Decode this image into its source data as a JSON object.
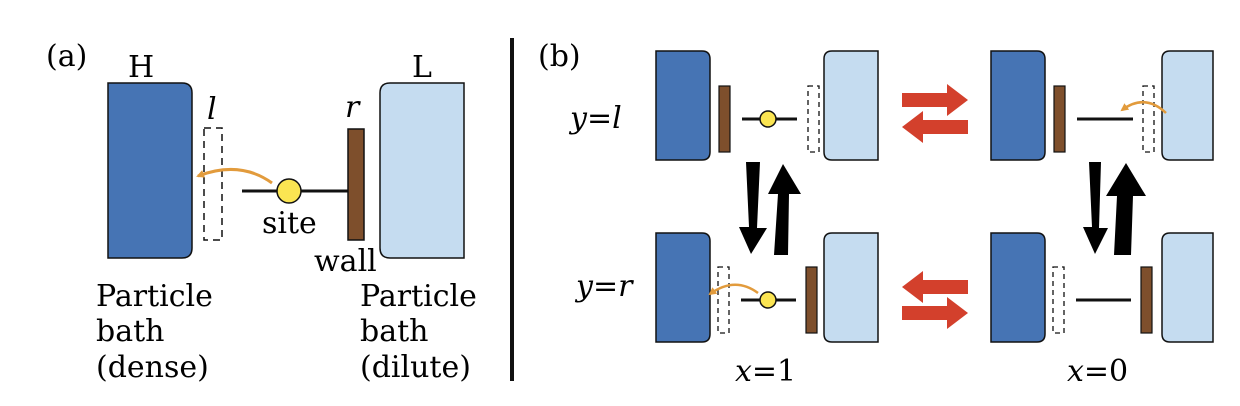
{
  "panel_a": {
    "tag": "(a)",
    "bath_left_label": "H",
    "bath_right_label": "L",
    "pos_l": "l",
    "pos_r": "r",
    "site_label": "site",
    "wall_label": "wall",
    "left_caption": [
      "Particle",
      "bath",
      "(dense)"
    ],
    "right_caption": [
      "Particle",
      "bath",
      "(dilute)"
    ]
  },
  "panel_b": {
    "tag": "(b)",
    "row_top_var": "y",
    "row_top_eq": "=",
    "row_top_val": "l",
    "row_bottom_var": "y",
    "row_bottom_eq": "=",
    "row_bottom_val": "r",
    "col_left_var": "x",
    "col_left_eq": "=1",
    "col_right_var": "x",
    "col_right_eq": "=0"
  },
  "colors": {
    "dense_bath": "#4674b4",
    "dilute_bath": "#c5dcf0",
    "wall": "#7e4f2c",
    "site": "#fbe552",
    "hop_arrow": "#e29b3c",
    "x_transition_arrow": "#d3402c",
    "y_transition_arrow": "#000000"
  }
}
